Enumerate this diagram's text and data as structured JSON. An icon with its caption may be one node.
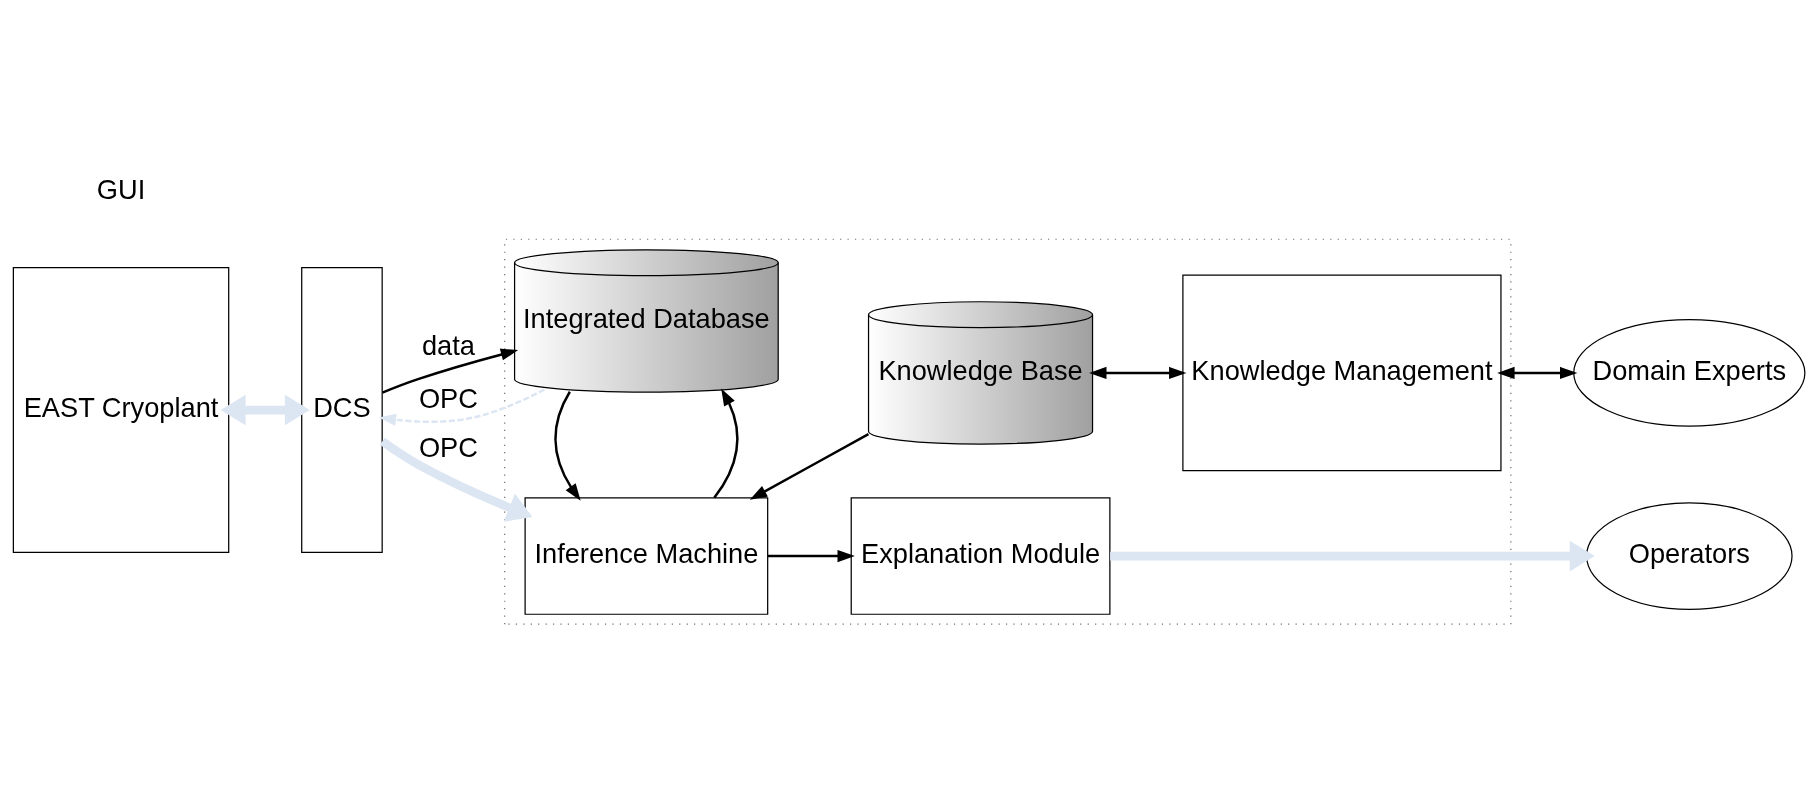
{
  "diagram": {
    "nodes": [
      {
        "text": [
          "EAST Cryoplant"
        ]
      },
      {
        "text": [
          "DCS"
        ]
      },
      {
        "text": [],
        "shape": "box"
      },
      {
        "text": [
          "Integrated Database"
        ],
        "in": 2
      },
      {
        "text": [
          "Knowledge Base"
        ],
        "in": 2
      },
      {
        "text": [
          "Knowledge Management"
        ],
        "in": 2
      },
      {
        "text": [
          "Inference Machine"
        ],
        "in": 2
      },
      {
        "text": [
          "Explanation Module"
        ],
        "in": 2
      },
      {
        "text": [
          "Domain Experts"
        ]
      },
      {
        "text": [
          "Operators"
        ]
      }
    ],
    "edges": [
      {
        "from": 0,
        "to": 1,
        "arrow": "both",
        "style": "thick",
        "color": "#dce6f2"
      },
      {
        "from": 3,
        "to": 1,
        "arrow": "to",
        "label": "OPC",
        "style": "dashed",
        "color": "#dce6f2"
      },
      {
        "from": 1,
        "to": 3,
        "arrow": "to",
        "label": "data"
      },
      {
        "from": 1,
        "to": 6,
        "arrow": "to",
        "label": "OPC",
        "style": "thick",
        "color": "#dce6f2"
      },
      {
        "from": 6,
        "to": 3,
        "arrow": "to"
      },
      {
        "from": 3,
        "to": 6,
        "arrow": "to"
      },
      {
        "from": 4,
        "to": 6,
        "arrow": "to"
      },
      {
        "from": 4,
        "to": 5,
        "arrow": "both"
      },
      {
        "from": 5,
        "to": 8,
        "arrow": "both"
      },
      {
        "from": 6,
        "to": 7,
        "arrow": "to"
      },
      {
        "from": 7,
        "to": 9,
        "arrow": "to",
        "style": "thick",
        "color": "#dce6f2"
      }
    ],
    "labels": [
      "GUI"
    ]
  }
}
